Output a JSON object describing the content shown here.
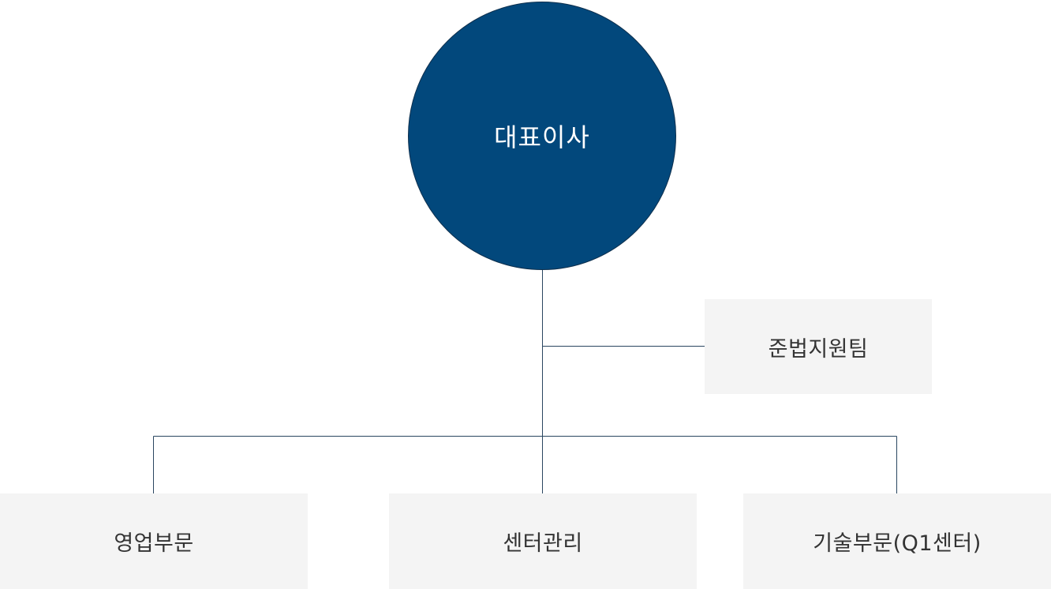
{
  "org_chart": {
    "ceo": {
      "label": "대표이사"
    },
    "support_team": {
      "label": "준법지원팀"
    },
    "departments": [
      {
        "label": "영업부문"
      },
      {
        "label": "센터관리"
      },
      {
        "label": "기술부문(Q1센터)"
      }
    ]
  },
  "colors": {
    "ceo_fill": "#02487c",
    "box_fill": "#f4f4f4",
    "line": "#2a4660",
    "ceo_text": "#ffffff",
    "box_text": "#333333"
  }
}
